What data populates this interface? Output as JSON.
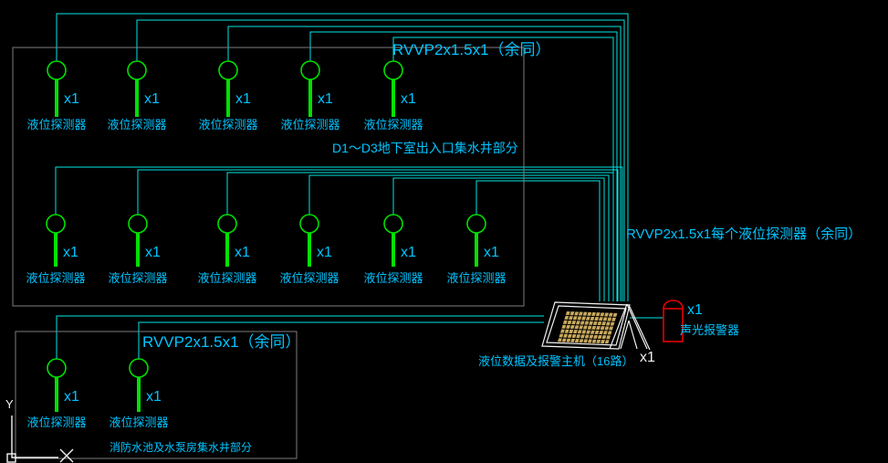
{
  "labels": {
    "cable_top": "RVVP2x1.5x1（余同）",
    "cable_right": "RVVP2x1.5x1每个液位探测器（余同）",
    "cable_bottom": "RVVP2x1.5x1（余同）",
    "zone_d1d3": "D1～D3地下室出入口集水井部分",
    "zone_fire": "消防水池及水泵房集水井部分",
    "host": "液位数据及报警主机（16路）",
    "host_count": "x1",
    "alarm": "声光报警器",
    "alarm_count": "x1",
    "ucs_y": "Y"
  },
  "detector": {
    "name": "液位探测器",
    "count_label": "x1"
  },
  "groups": [
    {
      "id": "row1",
      "zone": "D1-D3 basement entrance sump pits",
      "detectors": 5
    },
    {
      "id": "row2",
      "zone": "D1-D3 basement entrance sump pits",
      "detectors": 6
    },
    {
      "id": "bottom",
      "zone": "fire pool and pump room sump pits",
      "detectors": 2
    }
  ],
  "colors": {
    "wire": "#00e6e6",
    "text": "#00c4ff",
    "det": "#00e000",
    "frame": "#7e7e7e",
    "alarm": "#e60000",
    "host": "#f2f2f2",
    "keys": "#c8a85c",
    "bg": "#000000"
  }
}
